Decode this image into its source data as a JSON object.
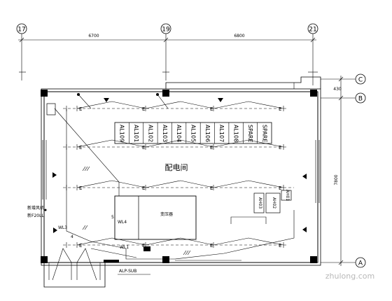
{
  "grid_axes": {
    "col_17": "17",
    "col_19": "19",
    "col_21": "21",
    "row_C": "C",
    "row_B": "B",
    "row_A": "A"
  },
  "dimensions": {
    "span_17_19": "6700",
    "span_19_21": "6800",
    "c_to_b": "430",
    "b_to_a": "7800"
  },
  "room": {
    "name": "配电间"
  },
  "equipment": {
    "transformer": "变压器",
    "panels": [
      "AL109",
      "AL101",
      "AL102",
      "AL103",
      "AL104",
      "AL105",
      "AL106",
      "AL107",
      "AL108",
      "SPARE",
      "SPARE"
    ],
    "ahu_a": "AH03",
    "ahu_b": "AH02",
    "ahu_c": "AH01"
  },
  "annotations": {
    "left_note_1": "新增风机",
    "left_note_2": "新F20LL",
    "circuit_wl3": "WL3",
    "circuit_wl4": "WL4",
    "circuit_wl1": "WL1",
    "num_4": "4",
    "num_5": "5",
    "sub_panel": "ALP-SUB"
  },
  "watermark": "zhulong.com",
  "colors": {
    "line": "#000000",
    "background": "#ffffff",
    "watermark": "#b8b8b8"
  }
}
